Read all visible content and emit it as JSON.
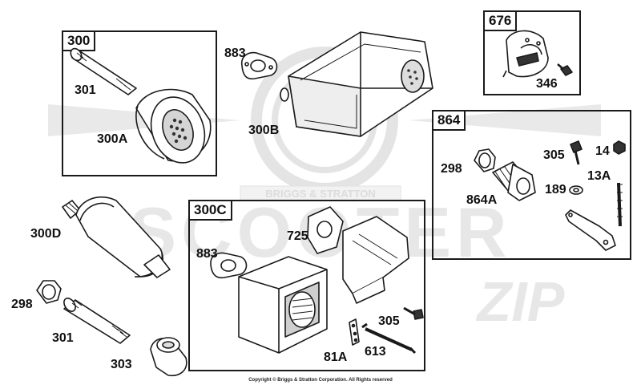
{
  "watermark": {
    "brand": "BRIGGS & STRATTON",
    "word": "SCOOTER",
    "tag": "ZIP"
  },
  "boxes": {
    "b300": "300",
    "b676": "676",
    "b864": "864",
    "b300c": "300C"
  },
  "parts": {
    "p301a": "301",
    "p300a": "300A",
    "p883a": "883",
    "p300b": "300B",
    "p346": "346",
    "p298a": "298",
    "p864a": "864A",
    "p305a": "305",
    "p14": "14",
    "p189": "189",
    "p13a": "13A",
    "p300d": "300D",
    "p298b": "298",
    "p301b": "301",
    "p303": "303",
    "p883b": "883",
    "p725": "725",
    "p305b": "305",
    "p81a": "81A",
    "p613": "613"
  },
  "copyright": "Copyright © Briggs & Stratton Corporation. All Rights reserved",
  "colors": {
    "line": "#1a1a1a",
    "shade": "#9a9a9a",
    "watermark": "#e2e2e2"
  }
}
